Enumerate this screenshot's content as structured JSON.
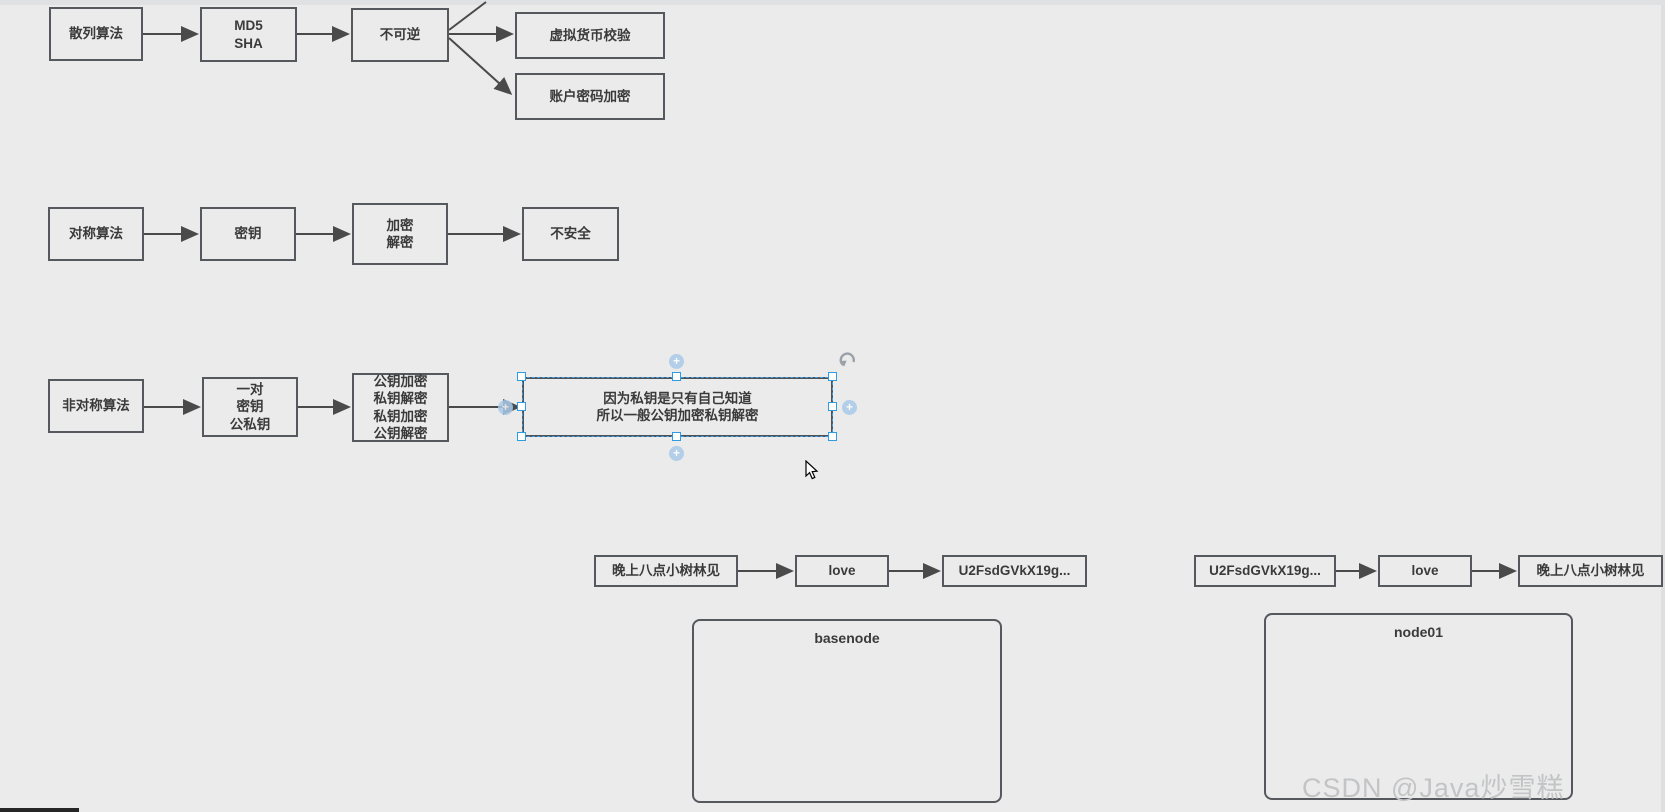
{
  "colors": {
    "canvas_bg": "#ebebeb",
    "node_border": "#55585c",
    "node_text": "#3a3a3a",
    "arrow": "#4a4a4a",
    "selection_blue": "#3f9be0",
    "handle_border": "#2d9ce3",
    "plus_fill": "#a9c9e8",
    "watermark": "#c3c4c6",
    "topbar": "#e0e1e3",
    "bottom_bar": "#262626"
  },
  "nodes": {
    "hash_algo": "散列算法",
    "md5_sha": "MD5\nSHA",
    "irreversible": "不可逆",
    "crypto_check": "虚拟货币校验",
    "account_pwd": "账户密码加密",
    "sym_algo": "对称算法",
    "secret_key": "密钥",
    "enc_dec": "加密\n解密",
    "unsafe": "不安全",
    "asym_algo": "非对称算法",
    "key_pair": "一对\n密钥\n公私钥",
    "four_modes": "公钥加密\n私钥解密\n私钥加密\n公钥解密",
    "note": "因为私钥是只有自己知道\n所以一般公钥加密私钥解密",
    "plain_left": "晚上八点小树林见",
    "love_left": "love",
    "cipher_left": "U2FsdGVkX19g...",
    "cipher_right": "U2FsdGVkX19g...",
    "love_right": "love",
    "plain_right": "晚上八点小树林见",
    "basenode": "basenode",
    "node01": "node01"
  },
  "edges": [
    {
      "from": "hash_algo",
      "to": "md5_sha"
    },
    {
      "from": "md5_sha",
      "to": "irreversible"
    },
    {
      "from": "irreversible",
      "to": "offscreen_top"
    },
    {
      "from": "irreversible",
      "to": "crypto_check"
    },
    {
      "from": "irreversible",
      "to": "account_pwd"
    },
    {
      "from": "sym_algo",
      "to": "secret_key"
    },
    {
      "from": "secret_key",
      "to": "enc_dec"
    },
    {
      "from": "enc_dec",
      "to": "unsafe"
    },
    {
      "from": "asym_algo",
      "to": "key_pair"
    },
    {
      "from": "key_pair",
      "to": "four_modes"
    },
    {
      "from": "four_modes",
      "to": "note"
    },
    {
      "from": "plain_left",
      "to": "love_left"
    },
    {
      "from": "love_left",
      "to": "cipher_left"
    },
    {
      "from": "cipher_right",
      "to": "love_right"
    },
    {
      "from": "love_right",
      "to": "plain_right"
    }
  ],
  "selection": {
    "target": "note",
    "plus_label": "+"
  },
  "watermark": "CSDN @Java炒雪糕"
}
